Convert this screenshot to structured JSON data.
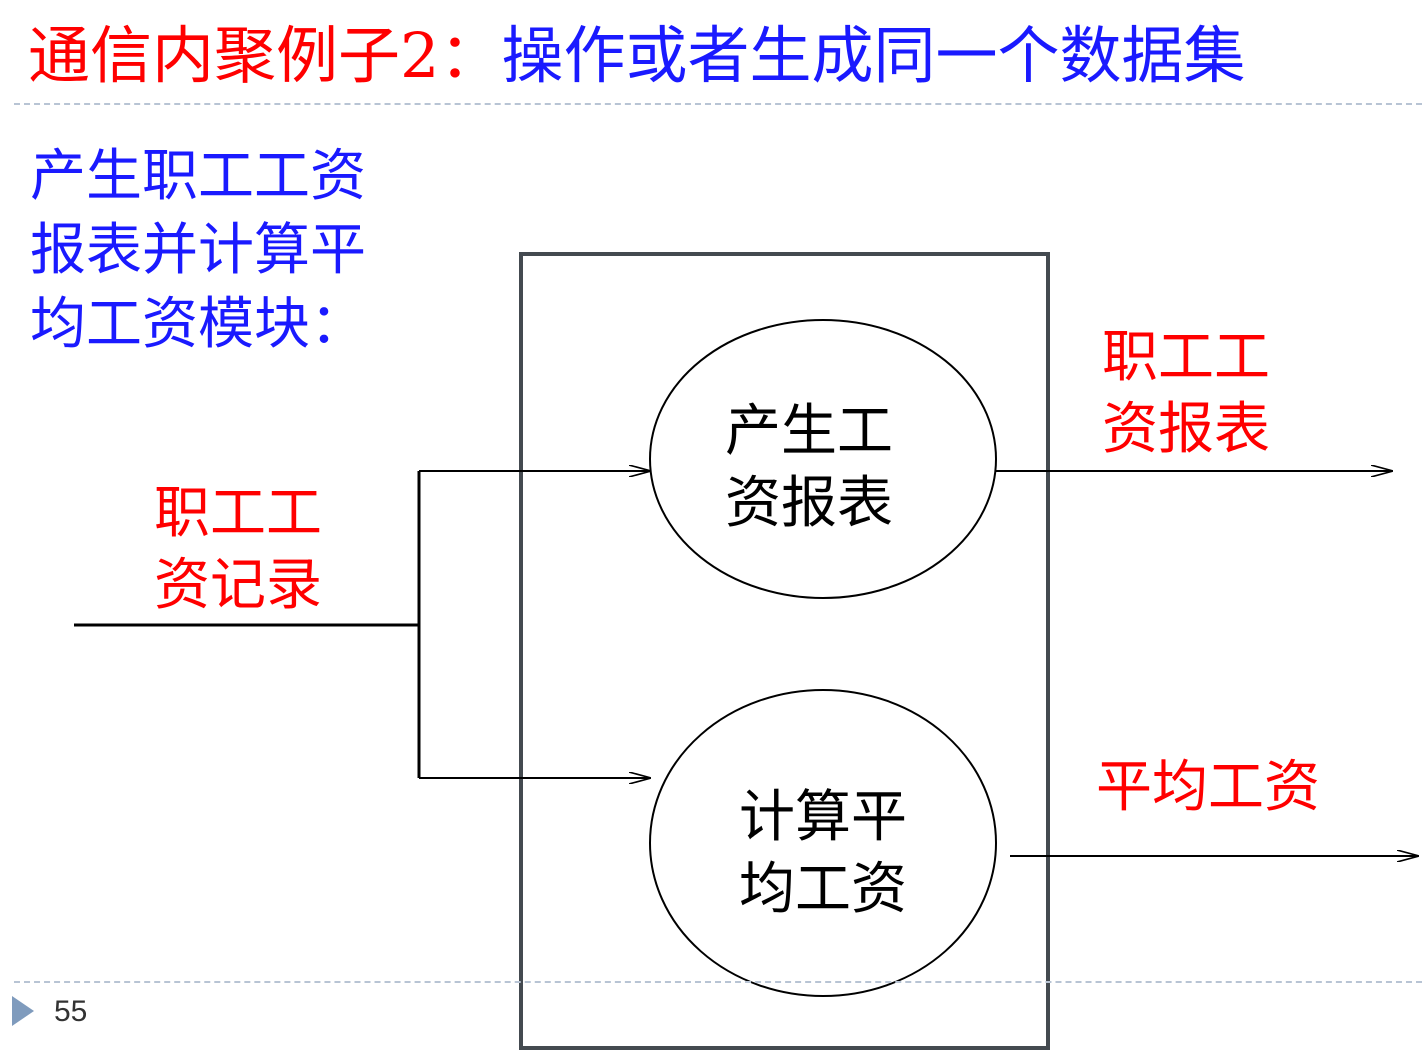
{
  "title": {
    "part1": "通信内聚例子2：",
    "part2": "操作或者生成同一个数据集"
  },
  "description": "产生职工工资报表并计算平均工资模块：",
  "input_label": "职工工资记录",
  "process_top": "产生工资报表",
  "process_bottom": "计算平均工资",
  "output_top": "职工工资报表",
  "output_bottom": "平均工资",
  "page_number": "55",
  "colors": {
    "title_red": "#ff0000",
    "title_blue": "#1a1aff",
    "label_red": "#ff0000",
    "rule": "#b8c4d4",
    "page_marker": "#7f9bbd"
  }
}
